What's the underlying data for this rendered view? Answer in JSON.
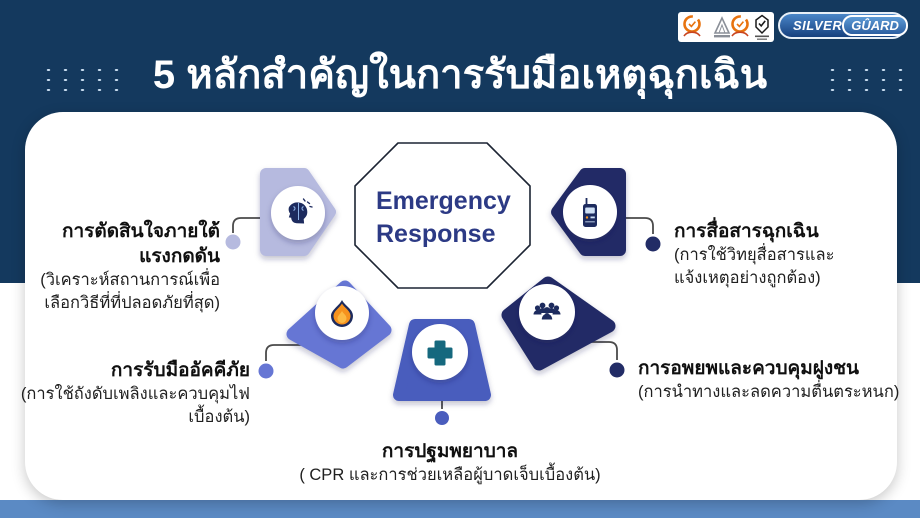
{
  "header": {
    "title": "5 หลักสำคัญในการรับมือเหตุฉุกเฉิน",
    "brand": {
      "silver": "SILVER",
      "guard": "GÛARD"
    }
  },
  "center": {
    "line1": "Emergency",
    "line2": "Response"
  },
  "principles": [
    {
      "key": "decision-under-pressure",
      "icon": "brain-icon",
      "title_line1": "การตัดสินใจภายใต้",
      "title_line2": "แรงกดดัน",
      "desc_line1": "(วิเคราะห์สถานการณ์เพื่อ",
      "desc_line2": "เลือกวิธีที่ที่ปลอดภัยที่สุด)"
    },
    {
      "key": "emergency-communication",
      "icon": "radio-icon",
      "title_line1": "การสื่อสารฉุกเฉิน",
      "desc_line1": "(การใช้วิทยุสื่อสารและ",
      "desc_line2": "แจ้งเหตุอย่างถูกต้อง)"
    },
    {
      "key": "fire-response",
      "icon": "fire-icon",
      "title_line1": "การรับมืออัคคีภัย",
      "desc_line1": "(การใช้ถังดับเพลิงและควบคุมไฟ",
      "desc_line2": "เบื้องต้น)"
    },
    {
      "key": "evacuation-crowd-control",
      "icon": "crowd-icon",
      "title_line1": "การอพยพและควบคุมฝูงชน",
      "desc_line1": "(การนำทางและลดความตื่นตระหนก)"
    },
    {
      "key": "first-aid",
      "icon": "medical-cross-icon",
      "title_line1": "การปฐมพยาบาล",
      "desc_line1": "( CPR และการช่วยเหลือผู้บาดเจ็บเบื้องต้น)"
    }
  ],
  "colors": {
    "background_navy": "#14395e",
    "footer_blue": "#5b8ac4",
    "card_white": "#ffffff",
    "accent_lavender": "#b6badf",
    "accent_periwinkle": "#6676d4",
    "accent_blue": "#4a5dbd",
    "accent_navy": "#222c66",
    "center_text_indigo": "#2c3a85",
    "flame_orange": "#f6921e",
    "cross_teal": "#15687e"
  }
}
